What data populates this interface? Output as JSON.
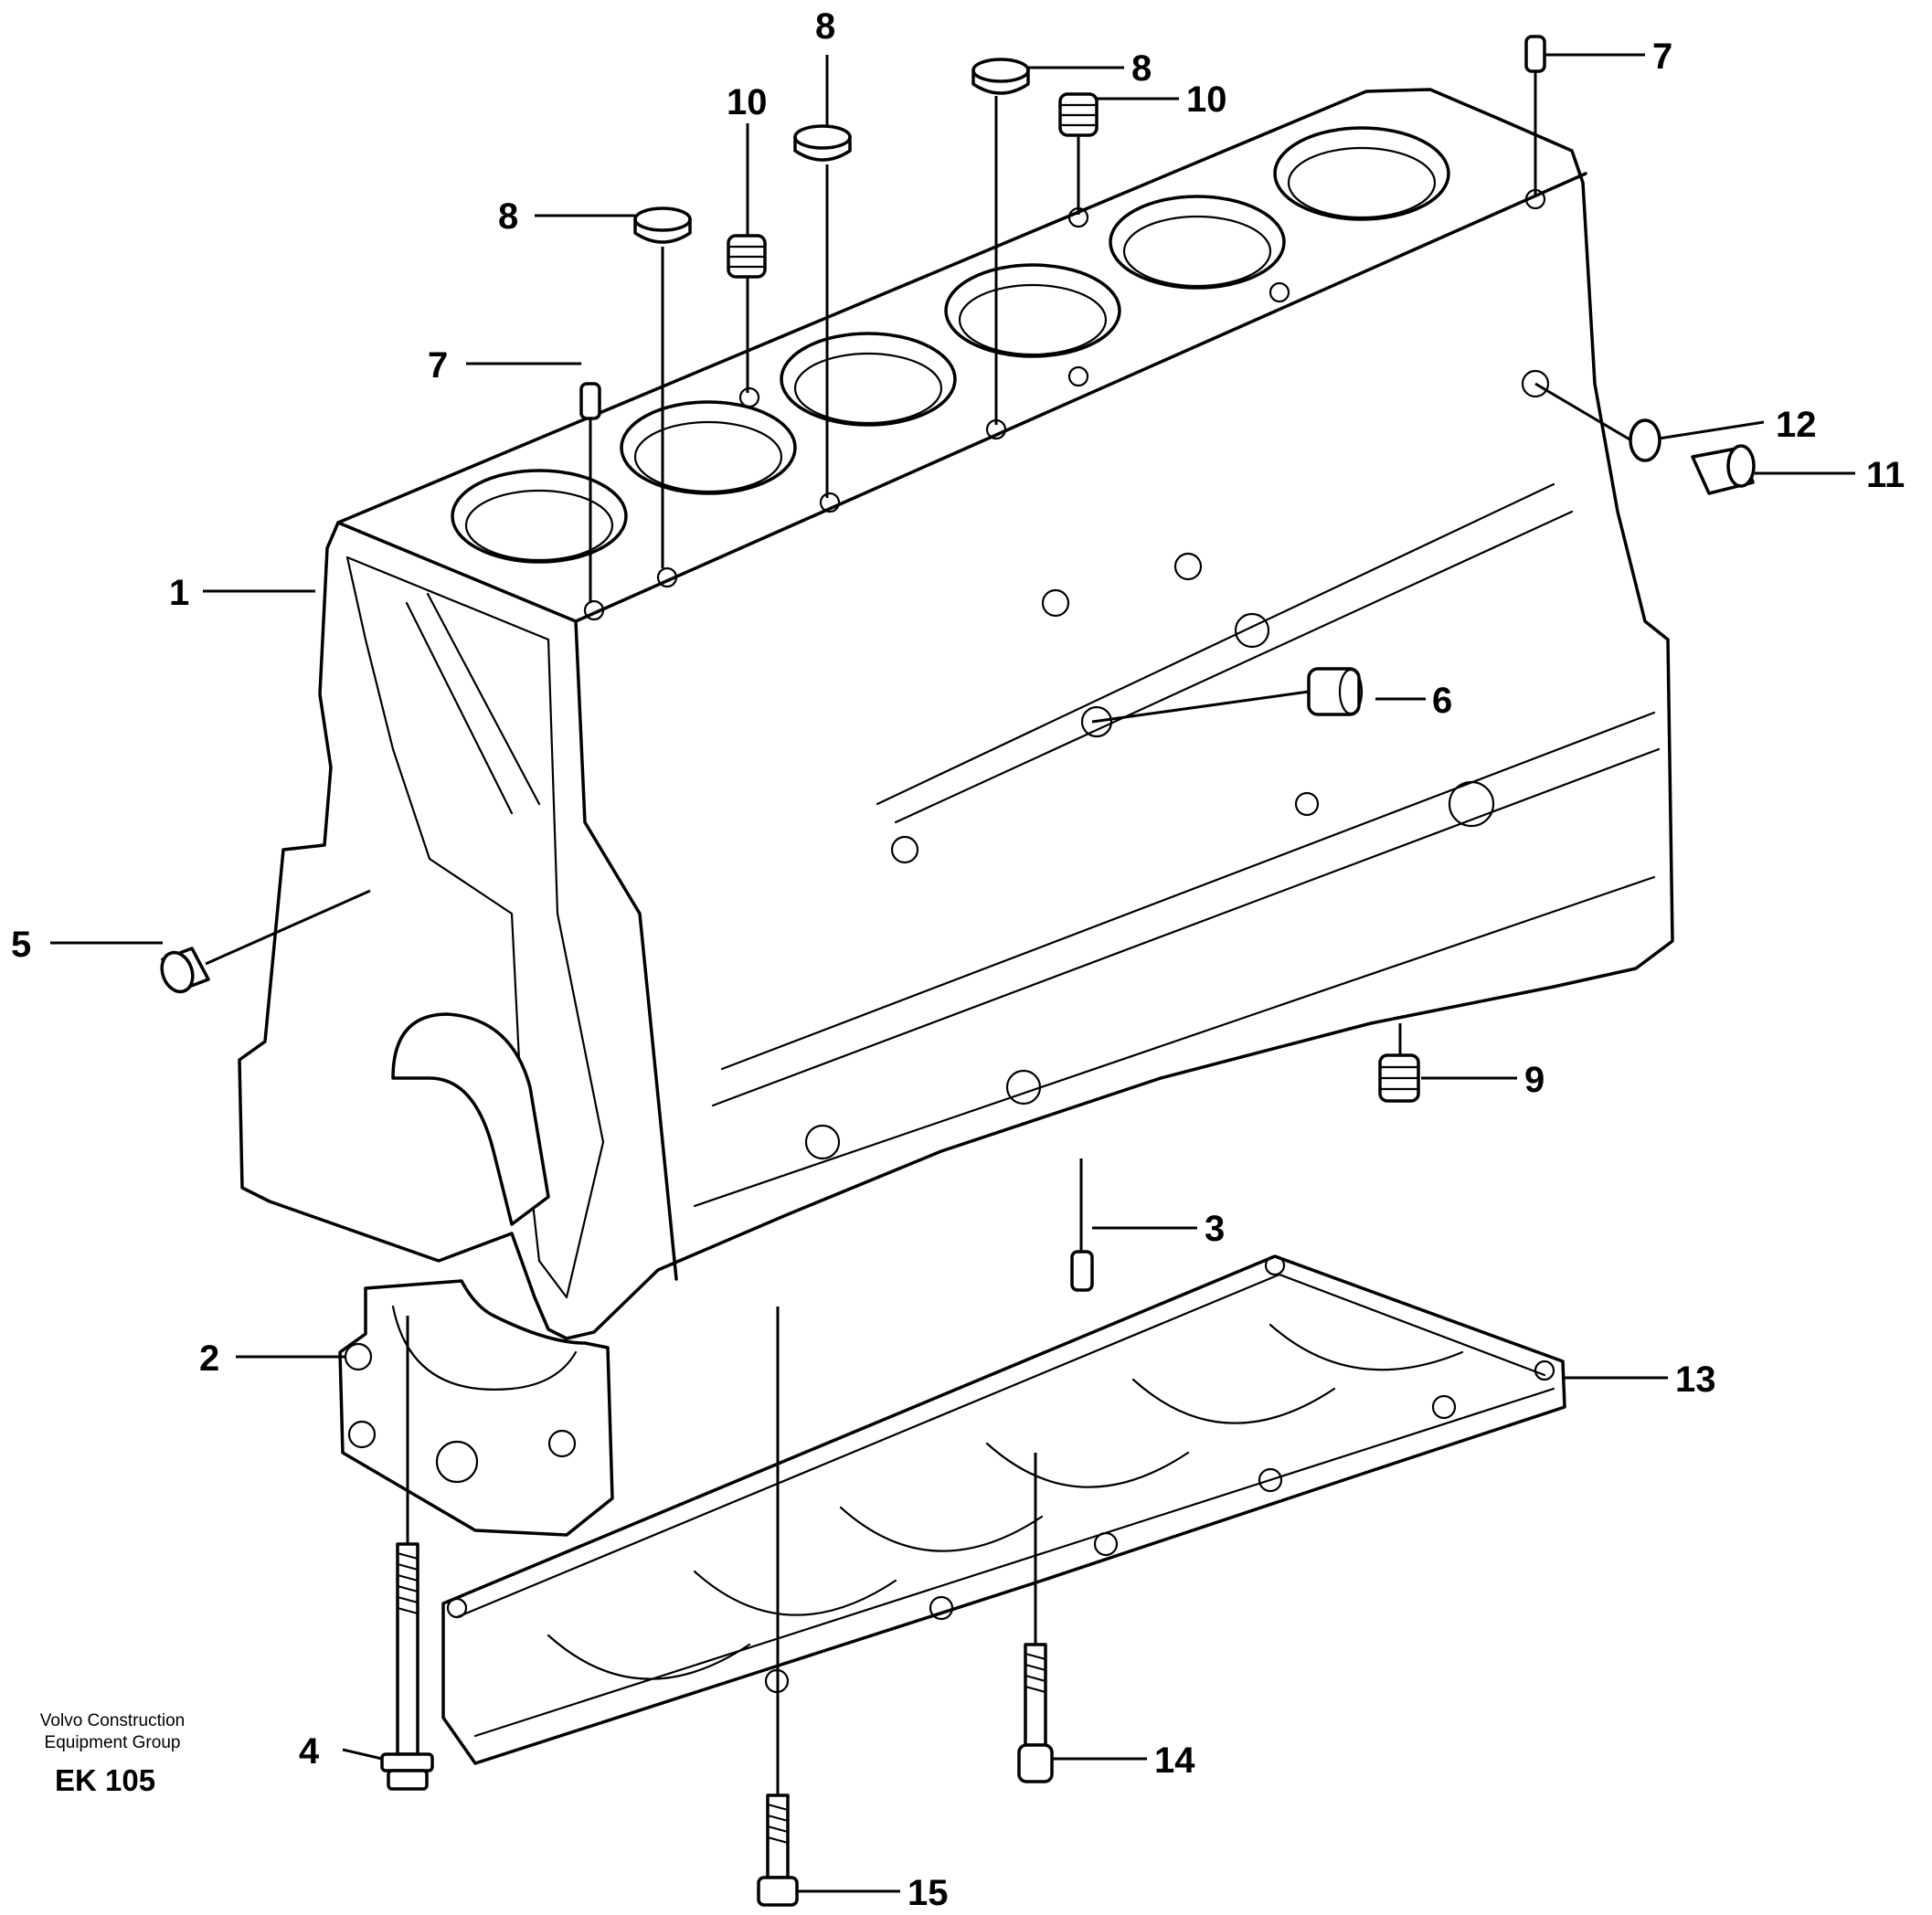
{
  "diagram": {
    "callouts": [
      {
        "id": "c1",
        "label": "1"
      },
      {
        "id": "c2",
        "label": "2"
      },
      {
        "id": "c3",
        "label": "3"
      },
      {
        "id": "c4",
        "label": "4"
      },
      {
        "id": "c5",
        "label": "5"
      },
      {
        "id": "c6",
        "label": "6"
      },
      {
        "id": "c7a",
        "label": "7"
      },
      {
        "id": "c7b",
        "label": "7"
      },
      {
        "id": "c8a",
        "label": "8"
      },
      {
        "id": "c8b",
        "label": "8"
      },
      {
        "id": "c8c",
        "label": "8"
      },
      {
        "id": "c9",
        "label": "9"
      },
      {
        "id": "c10a",
        "label": "10"
      },
      {
        "id": "c10b",
        "label": "10"
      },
      {
        "id": "c11",
        "label": "11"
      },
      {
        "id": "c12",
        "label": "12"
      },
      {
        "id": "c13",
        "label": "13"
      },
      {
        "id": "c14",
        "label": "14"
      },
      {
        "id": "c15",
        "label": "15"
      }
    ]
  },
  "footer": {
    "publisher_line1": "Volvo Construction",
    "publisher_line2": "Equipment Group",
    "reference_code": "EK 105"
  }
}
